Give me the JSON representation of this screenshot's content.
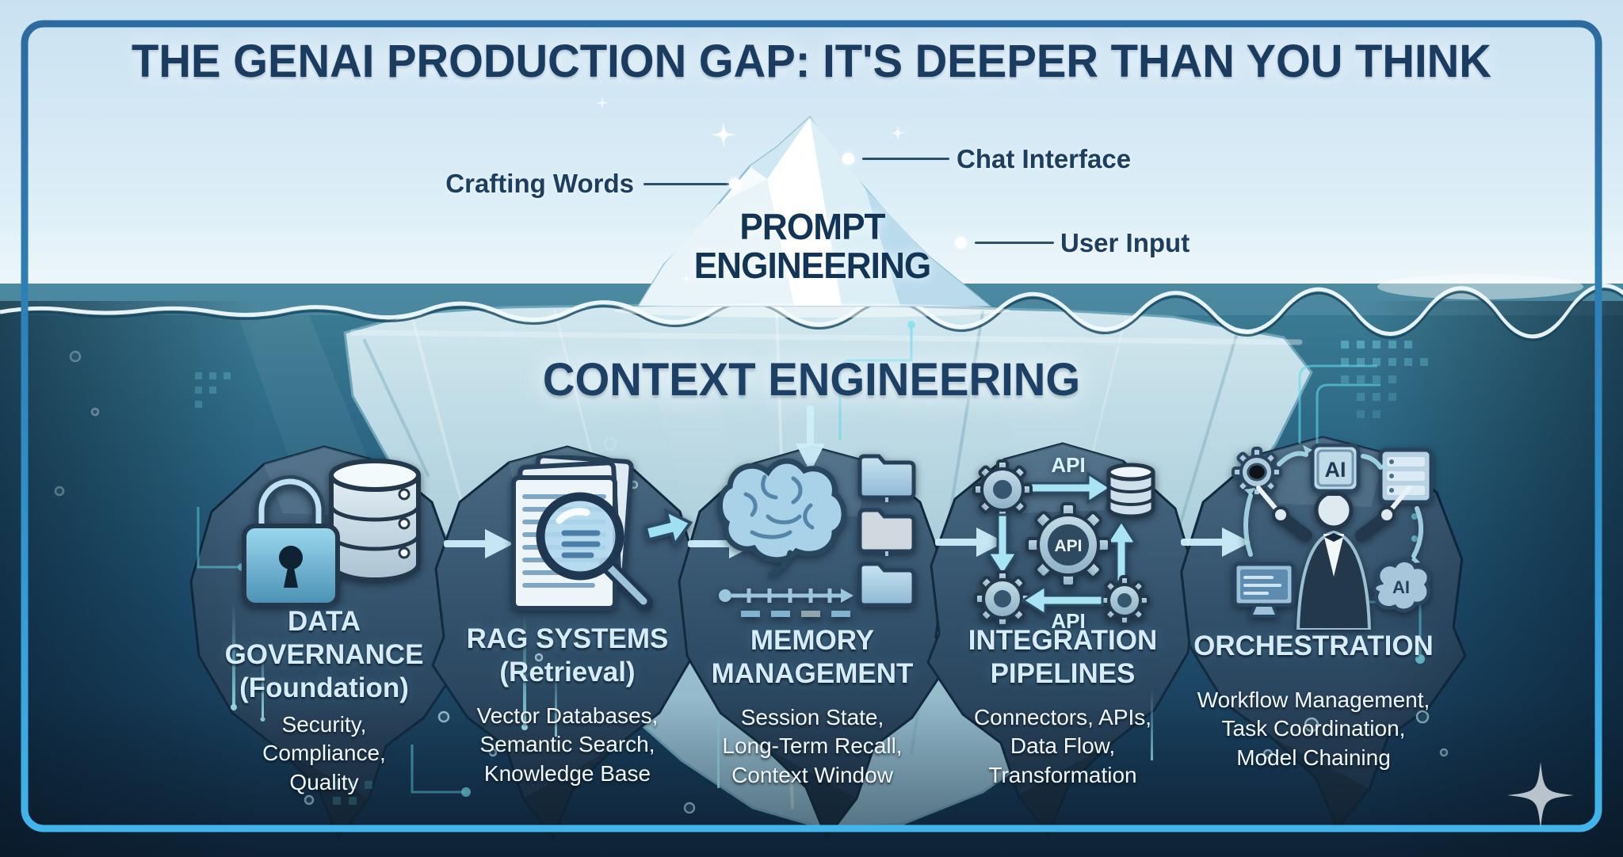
{
  "header": {
    "title": "THE GENAI PRODUCTION GAP: IT'S DEEPER THAN YOU THINK"
  },
  "iceberg": {
    "tip_label": "PROMPT\nENGINEERING",
    "callouts": {
      "left": {
        "label": "Crafting Words"
      },
      "top_right": {
        "label": "Chat Interface"
      },
      "right": {
        "label": "User Input"
      }
    }
  },
  "underwater": {
    "heading": "CONTEXT ENGINEERING",
    "rocks": [
      {
        "id": "data-governance",
        "title": "DATA\nGOVERNANCE\n(Foundation)",
        "subtitle": "Security,\nCompliance,\nQuality",
        "icon": "lock-and-database"
      },
      {
        "id": "rag-systems",
        "title": "RAG SYSTEMS\n(Retrieval)",
        "subtitle": "Vector Databases,\nSemantic Search,\nKnowledge Base",
        "icon": "documents-magnifier"
      },
      {
        "id": "memory-management",
        "title": "MEMORY\nMANAGEMENT",
        "subtitle": "Session State,\nLong-Term Recall,\nContext Window",
        "icon": "brain-folders-timeline"
      },
      {
        "id": "integration-pipelines",
        "title": "INTEGRATION\nPIPELINES",
        "subtitle": "Connectors, APIs,\nData Flow,\nTransformation",
        "icon": "gears-api-flow",
        "icon_labels": {
          "top": "API",
          "center": "API",
          "bottom": "API"
        }
      },
      {
        "id": "orchestration",
        "title": "ORCHESTRATION",
        "subtitle": "Workflow Management,\nTask Coordination,\nModel Chaining",
        "icon": "conductor-ai",
        "icon_labels": {
          "chip": "AI",
          "brain": "AI"
        }
      }
    ]
  },
  "decor": {
    "sparkle_icon": "four-point-star"
  },
  "colors": {
    "title_navy": "#1a3c61",
    "border_top": "#2d6aa0",
    "border_bottom": "#41b5ec",
    "circuit_cyan": "#5fd9ec",
    "rock_dark": "#223a50",
    "ice_light": "#d7ecf3",
    "sky_top": "#cde4f2",
    "ocean_deep": "#122d47"
  }
}
